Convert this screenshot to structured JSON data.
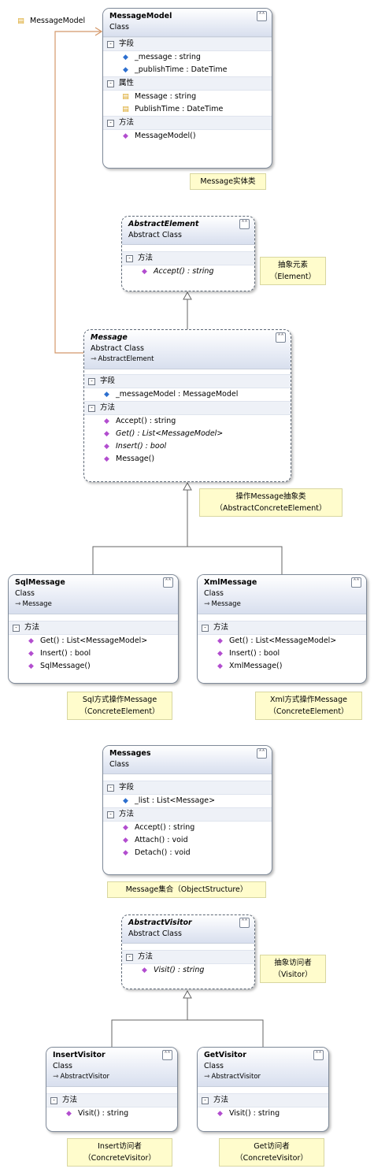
{
  "collapse_glyph": "˄˄",
  "section_sign": "-",
  "model_shortcut": {
    "label": "MessageModel"
  },
  "classes": {
    "message_model": {
      "name": "MessageModel",
      "kind": "Class",
      "fields_label": "字段",
      "fields": [
        "_message : string",
        "_publishTime : DateTime"
      ],
      "props_label": "属性",
      "props": [
        "Message : string",
        "PublishTime : DateTime"
      ],
      "methods_label": "方法",
      "methods": [
        "MessageModel()"
      ]
    },
    "abstract_element": {
      "name": "AbstractElement",
      "kind": "Abstract Class",
      "methods_label": "方法",
      "methods": [
        "Accept() : string"
      ]
    },
    "message": {
      "name": "Message",
      "kind": "Abstract Class",
      "base": "AbstractElement",
      "fields_label": "字段",
      "fields": [
        "_messageModel : MessageModel"
      ],
      "methods_label": "方法",
      "methods": [
        "Accept() : string",
        "Get() : List<MessageModel>",
        "Insert() : bool",
        "Message()"
      ]
    },
    "sql_message": {
      "name": "SqlMessage",
      "kind": "Class",
      "base": "Message",
      "methods_label": "方法",
      "methods": [
        "Get() : List<MessageModel>",
        "Insert() : bool",
        "SqlMessage()"
      ]
    },
    "xml_message": {
      "name": "XmlMessage",
      "kind": "Class",
      "base": "Message",
      "methods_label": "方法",
      "methods": [
        "Get() : List<MessageModel>",
        "Insert() : bool",
        "XmlMessage()"
      ]
    },
    "messages": {
      "name": "Messages",
      "kind": "Class",
      "fields_label": "字段",
      "fields": [
        "_list : List<Message>"
      ],
      "methods_label": "方法",
      "methods": [
        "Accept() : string",
        "Attach() : void",
        "Detach() : void"
      ]
    },
    "abstract_visitor": {
      "name": "AbstractVisitor",
      "kind": "Abstract Class",
      "methods_label": "方法",
      "methods": [
        "Visit() : string"
      ]
    },
    "insert_visitor": {
      "name": "InsertVisitor",
      "kind": "Class",
      "base": "AbstractVisitor",
      "methods_label": "方法",
      "methods": [
        "Visit() : string"
      ]
    },
    "get_visitor": {
      "name": "GetVisitor",
      "kind": "Class",
      "base": "AbstractVisitor",
      "methods_label": "方法",
      "methods": [
        "Visit() : string"
      ]
    }
  },
  "notes": {
    "message_model": [
      "Message实体类"
    ],
    "abstract_element": [
      "抽象元素",
      "（Element）"
    ],
    "message": [
      "操作Message抽象类",
      "（AbstractConcreteElement）"
    ],
    "sql_message": [
      "Sql方式操作Message",
      "（ConcreteElement）"
    ],
    "xml_message": [
      "Xml方式操作Message",
      "（ConcreteElement）"
    ],
    "messages": [
      "Message集合（ObjectStructure）"
    ],
    "abstract_visitor": [
      "抽象访问者",
      "（Visitor）"
    ],
    "insert_visitor": [
      "Insert访问者",
      "（ConcreteVisitor）"
    ],
    "get_visitor": [
      "Get访问者",
      "（ConcreteVisitor）"
    ]
  },
  "colors": {
    "association_line": "#d4986a",
    "inheritance_line": "#666666",
    "note_fill": "#fffccc"
  }
}
